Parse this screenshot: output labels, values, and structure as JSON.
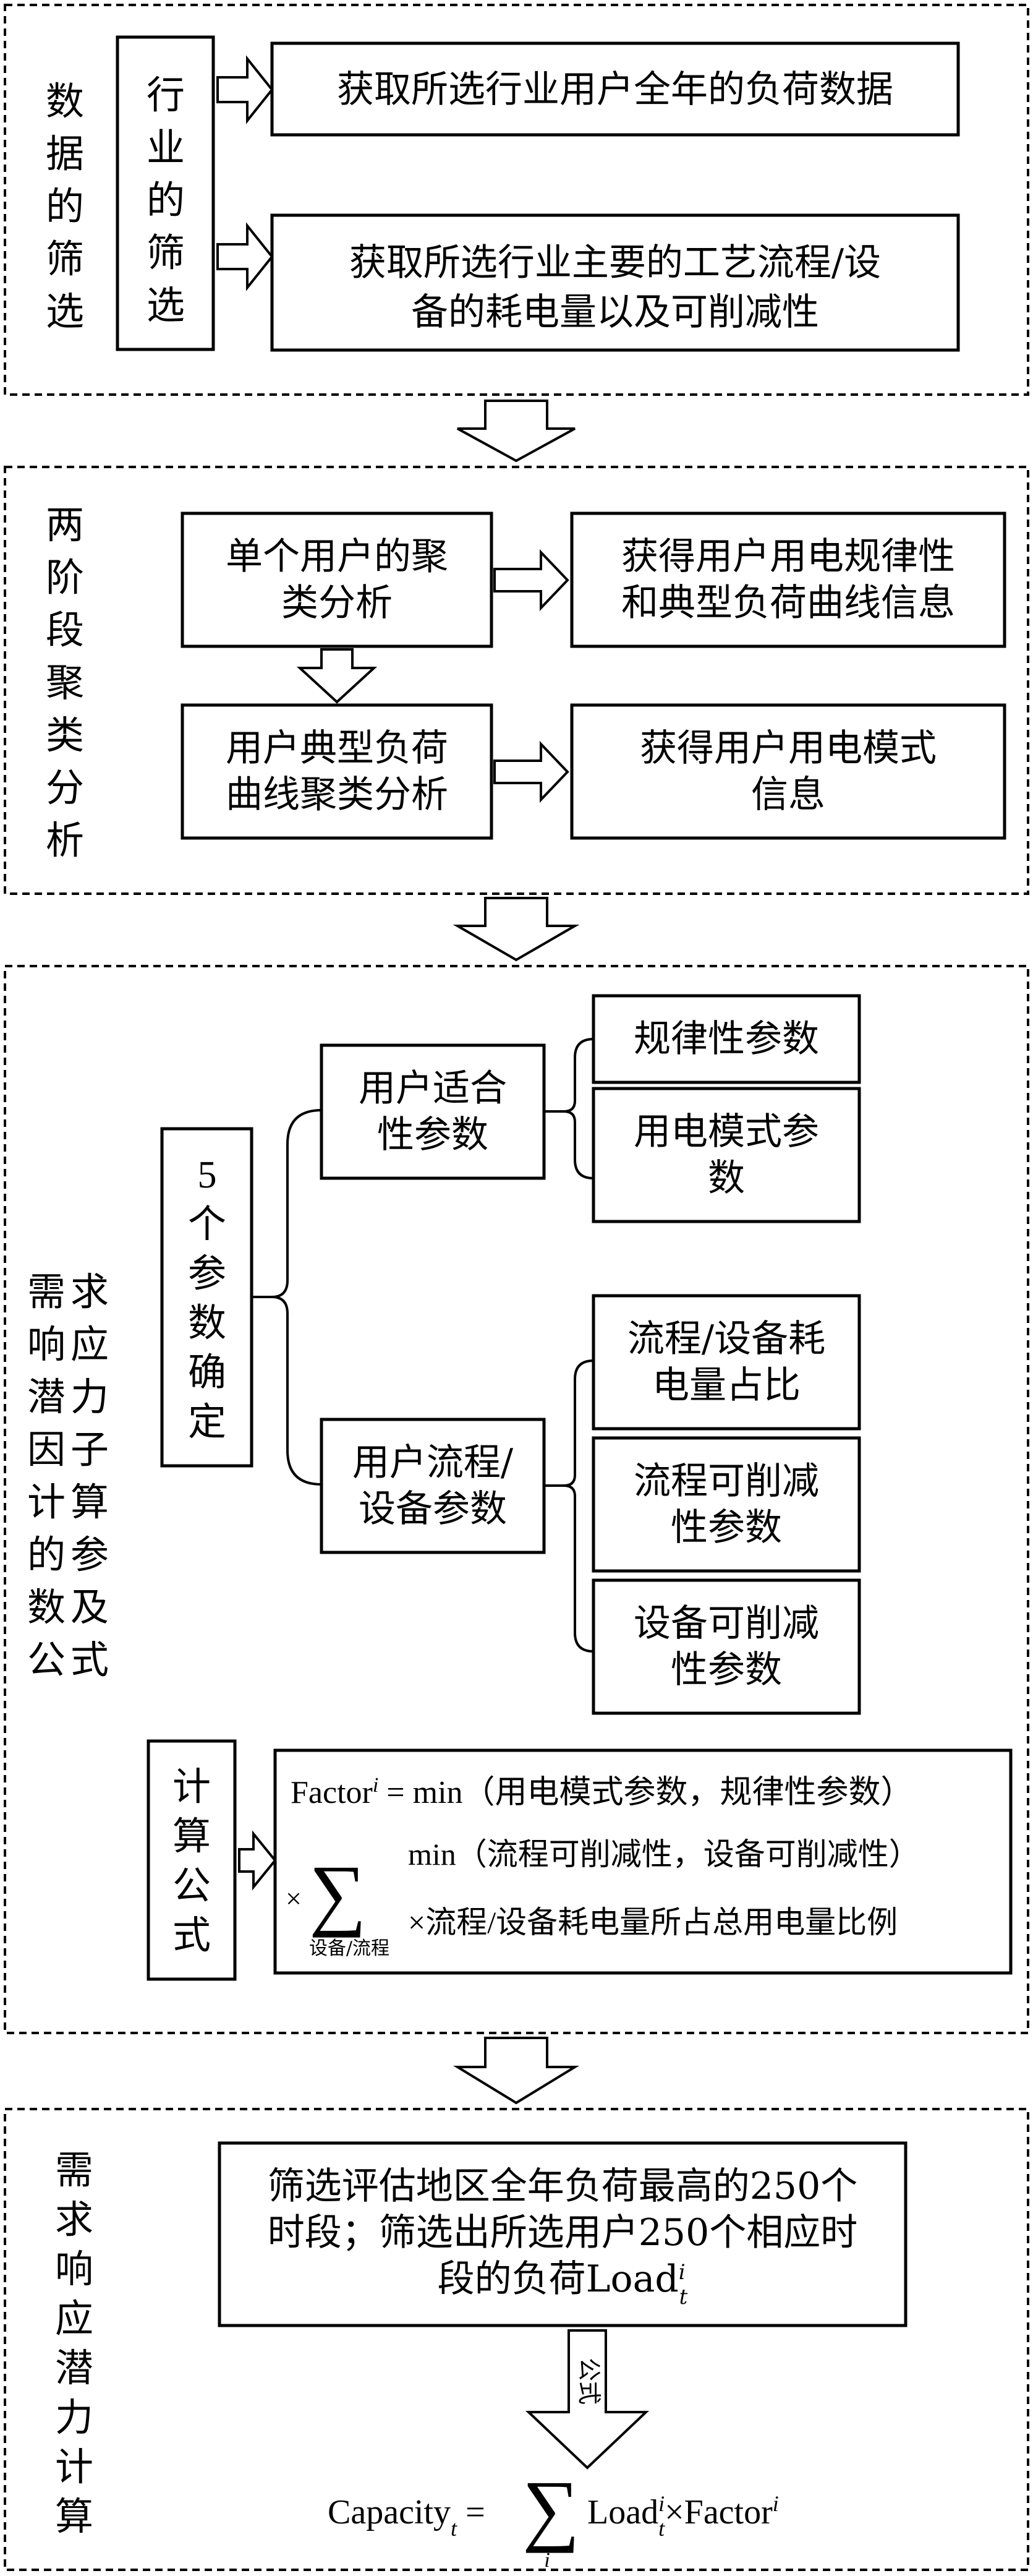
{
  "sections": {
    "s1": {
      "title": [
        "数",
        "据",
        "的",
        "筛",
        "选"
      ],
      "industry_label": [
        "行",
        "业",
        "的",
        "筛",
        "选"
      ],
      "box_a": [
        "获取所选行业用户全年的负荷数据"
      ],
      "box_b": [
        "获取所选行业主要的工艺流程/设",
        "备的耗电量以及可削减性"
      ]
    },
    "s2": {
      "title": [
        "两",
        "阶",
        "段",
        "聚",
        "类",
        "分",
        "析"
      ],
      "box_a": [
        "单个用户的聚",
        "类分析"
      ],
      "box_b": [
        "获得用户用电规律性",
        "和典型负荷曲线信息"
      ],
      "box_c": [
        "用户典型负荷",
        "曲线聚类分析"
      ],
      "box_d": [
        "获得用户用电模式",
        "信息"
      ]
    },
    "s3": {
      "title": [
        "需",
        "求",
        "响",
        "应",
        "潜",
        "力",
        "因",
        "子",
        "计",
        "算",
        "的",
        "参",
        "数",
        "及",
        "公",
        "式"
      ],
      "params_box": [
        "5",
        "个",
        "参",
        "数",
        "确",
        "定"
      ],
      "user_fit": [
        "用户适合",
        "性参数"
      ],
      "user_process": [
        "用户流程/",
        "设备参数"
      ],
      "p1": [
        "规律性参数"
      ],
      "p2": [
        "用电模式参",
        "数"
      ],
      "p3": [
        "流程/设备耗",
        "电量占比"
      ],
      "p4": [
        "流程可削减",
        "性参数"
      ],
      "p5": [
        "设备可削减",
        "性参数"
      ],
      "formula_label": [
        "计",
        "算",
        "公",
        "式"
      ],
      "formula": {
        "factor": "Factor",
        "sup_i": "i",
        "eq_min": " = min（用电模式参数，规律性参数）",
        "times": "×",
        "sigma": "∑",
        "sigma_sub": "设备/流程",
        "min2": "min（流程可削减性，设备可削减性）",
        "ratio": "×流程/设备耗电量所占总用电量比例"
      }
    },
    "s4": {
      "title": [
        "需",
        "求",
        "响",
        "应",
        "潜",
        "力",
        "计",
        "算"
      ],
      "box_lines": [
        "筛选评估地区全年负荷最高的250个",
        "时段；筛选出所选用户250个相应时"
      ],
      "box_line3_prefix": "段的负荷Load",
      "sub_t": "t",
      "sup_i": "i",
      "arrow_label": "公式",
      "capacity": {
        "name": "Capacity",
        "sub_t": "t",
        "eq": " =",
        "sigma": "∑",
        "sigma_sub": "i",
        "load": "Load",
        "load_sup": "i",
        "load_sub": "t",
        "times": "×Factor",
        "factor_sup": "i"
      }
    }
  }
}
